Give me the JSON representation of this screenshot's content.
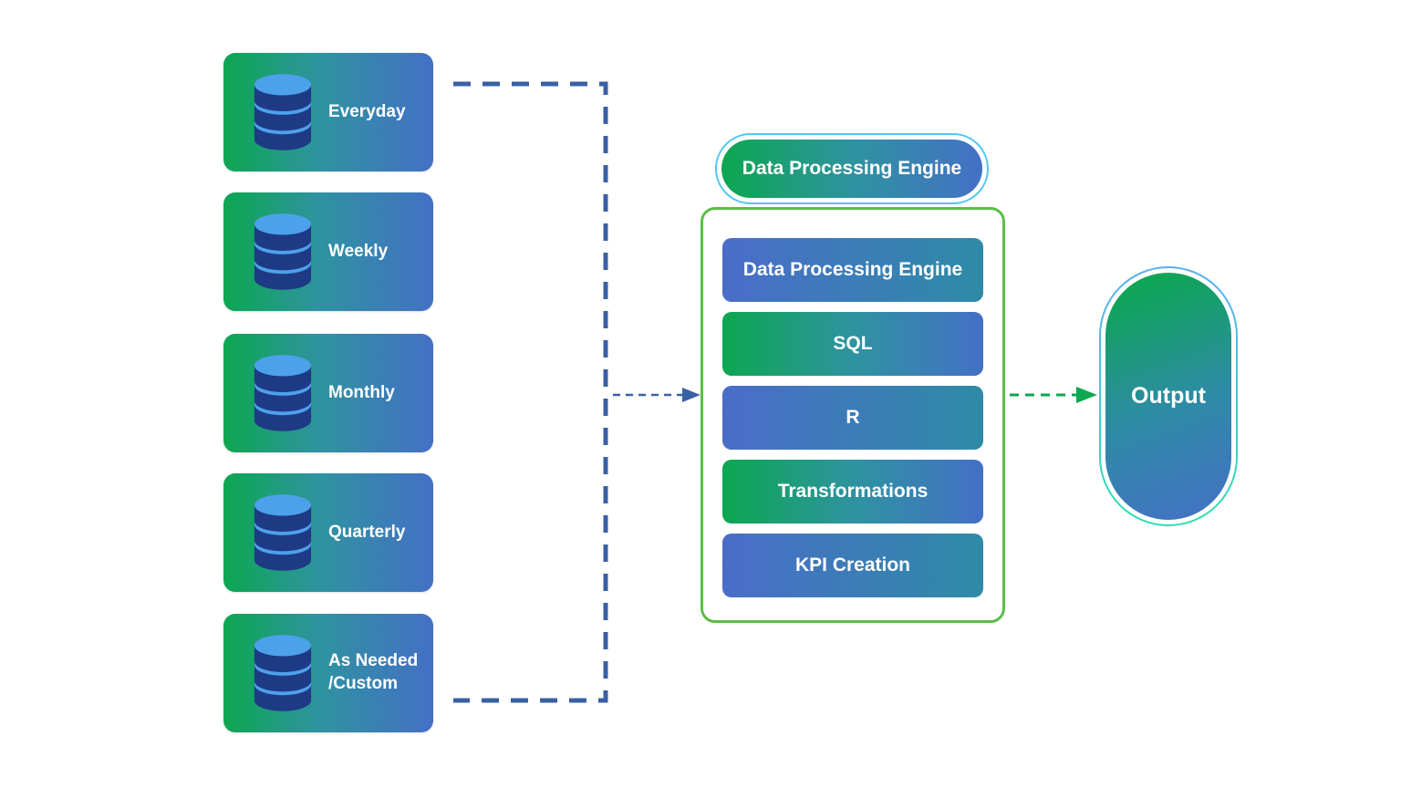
{
  "sources": [
    {
      "label": "Everyday",
      "icon": "database-icon"
    },
    {
      "label": "Weekly",
      "icon": "database-icon"
    },
    {
      "label": "Monthly",
      "icon": "database-icon"
    },
    {
      "label": "Quarterly",
      "icon": "database-icon"
    },
    {
      "label": "As Needed /Custom",
      "icon": "database-icon"
    }
  ],
  "engine": {
    "header_label": "Data Processing Engine",
    "items": [
      {
        "label": "Data Processing Engine"
      },
      {
        "label": "SQL"
      },
      {
        "label": "R"
      },
      {
        "label": "Transformations"
      },
      {
        "label": "KPI Creation"
      }
    ]
  },
  "output": {
    "label": "Output"
  },
  "colors": {
    "green": "#0ca750",
    "blue": "#4470c6",
    "teal": "#2e8ba6",
    "royal_blue": "#4a6dc9",
    "container_border": "#5abe46",
    "pill_ring_cyan": "#4ec9f2",
    "output_ring_top": "#5aaef2",
    "output_ring_bottom": "#2ee0b4",
    "connector_navy": "#3a60a4",
    "connector_green": "#0ca750",
    "db_icon_light": "#4da1ea",
    "db_icon_dark": "#1e3a85",
    "text": "#ffffff"
  }
}
